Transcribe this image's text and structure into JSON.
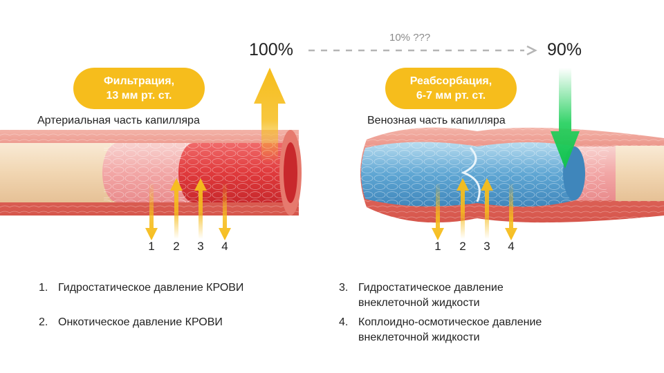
{
  "filtration": {
    "line1": "Фильтрация,",
    "line2": "13 мм рт. ст."
  },
  "reabsorption": {
    "line1": "Реабсорбация,",
    "line2": "6-7 мм рт. ст."
  },
  "arterial_caption": "Артериальная часть капилляра",
  "venous_caption": "Венозная часть капилляра",
  "flow": {
    "start_pct": "100%",
    "loss_note": "10% ???",
    "end_pct": "90%"
  },
  "arrow_numbers": {
    "left": [
      "1",
      "2",
      "3",
      "4"
    ],
    "right": [
      "1",
      "2",
      "3",
      "4"
    ]
  },
  "legend": [
    {
      "num": "1.",
      "text": "Гидростатическое давление КРОВИ"
    },
    {
      "num": "2.",
      "text": "Онкотическое давление КРОВИ"
    },
    {
      "num": "3.",
      "text": "Гидростатическое давление внеклеточной жидкости"
    },
    {
      "num": "4.",
      "text": "Коплоидно-осмотическое давление внеклеточной жидкости"
    }
  ],
  "colors": {
    "accent_yellow": "#f6bd1c",
    "green_arrow": "#1fcf5a",
    "artery_red": "#e34747",
    "vein_blue": "#4f97c9"
  }
}
